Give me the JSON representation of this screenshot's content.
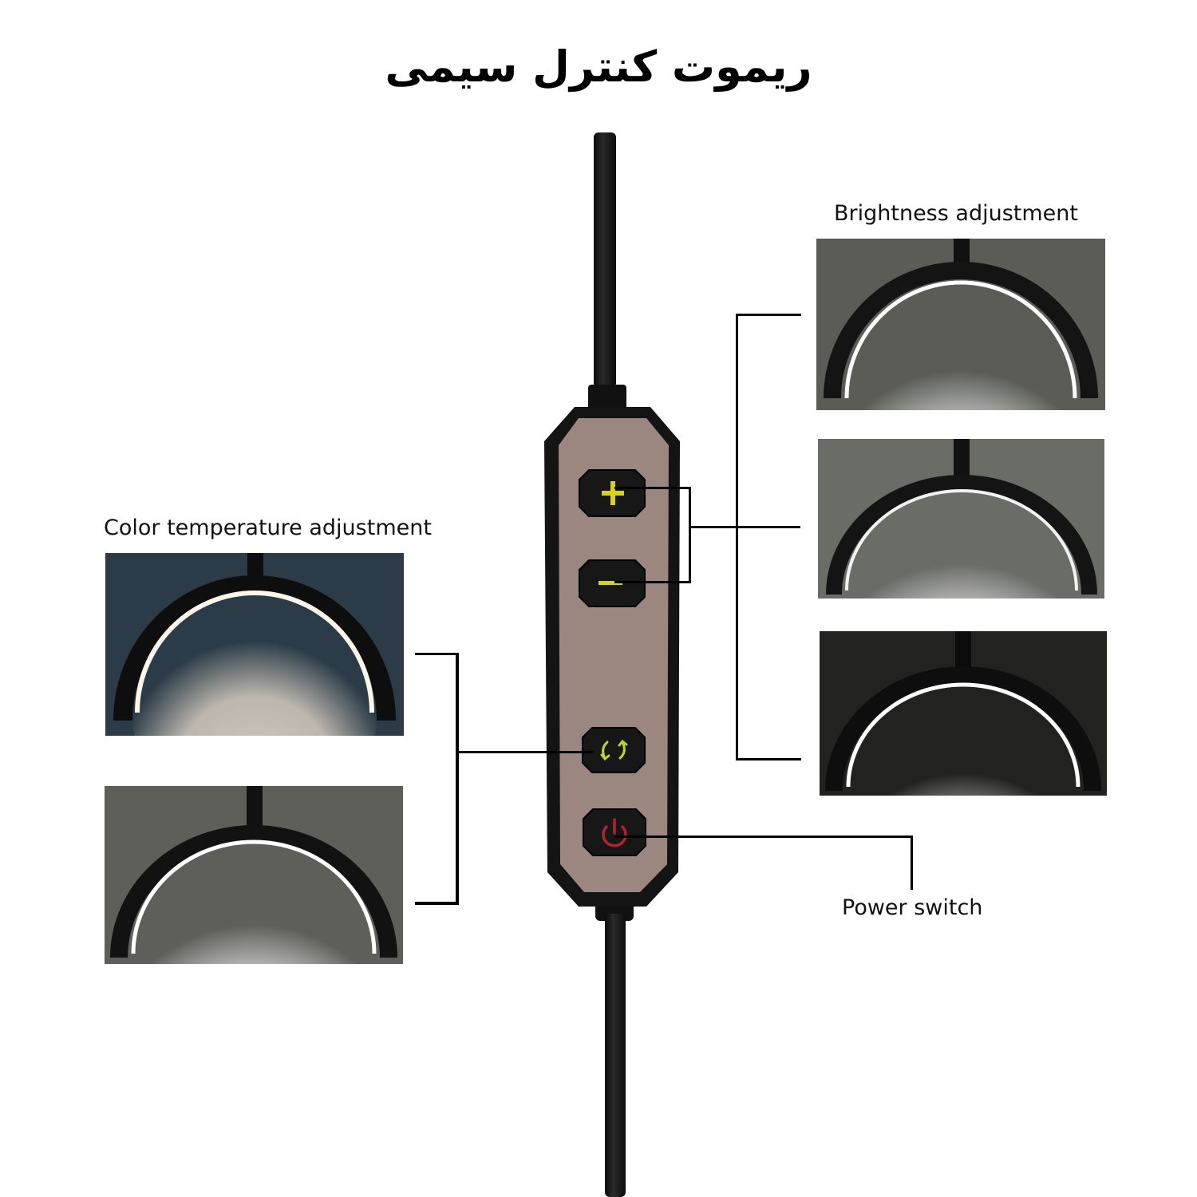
{
  "title": "ریموت کنترل سیمی",
  "labels": {
    "brightness": "Brightness adjustment",
    "color_temperature": "Color temperature adjustment",
    "power": "Power switch"
  },
  "remote": {
    "body_color": "#9c8680",
    "frame_color": "#151515",
    "buttons": [
      {
        "name": "plus",
        "icon": "plus-icon",
        "glyph_color": "#d9d21a"
      },
      {
        "name": "minus",
        "icon": "minus-icon",
        "glyph_color": "#d9d21a"
      },
      {
        "name": "mode",
        "icon": "cycle-arrows-icon",
        "glyph_color": "#b4d63a"
      },
      {
        "name": "power",
        "icon": "power-icon",
        "glyph_color": "#b3232c"
      }
    ]
  },
  "photos": {
    "brightness": [
      {
        "state": "high",
        "bg": "#5a5c55"
      },
      {
        "state": "medium",
        "bg": "#6a6c66"
      },
      {
        "state": "low",
        "bg": "#222320"
      }
    ],
    "color_temperature": [
      {
        "state": "warm",
        "bg": "#2b3c48"
      },
      {
        "state": "cool",
        "bg": "#5e5f58"
      }
    ]
  }
}
